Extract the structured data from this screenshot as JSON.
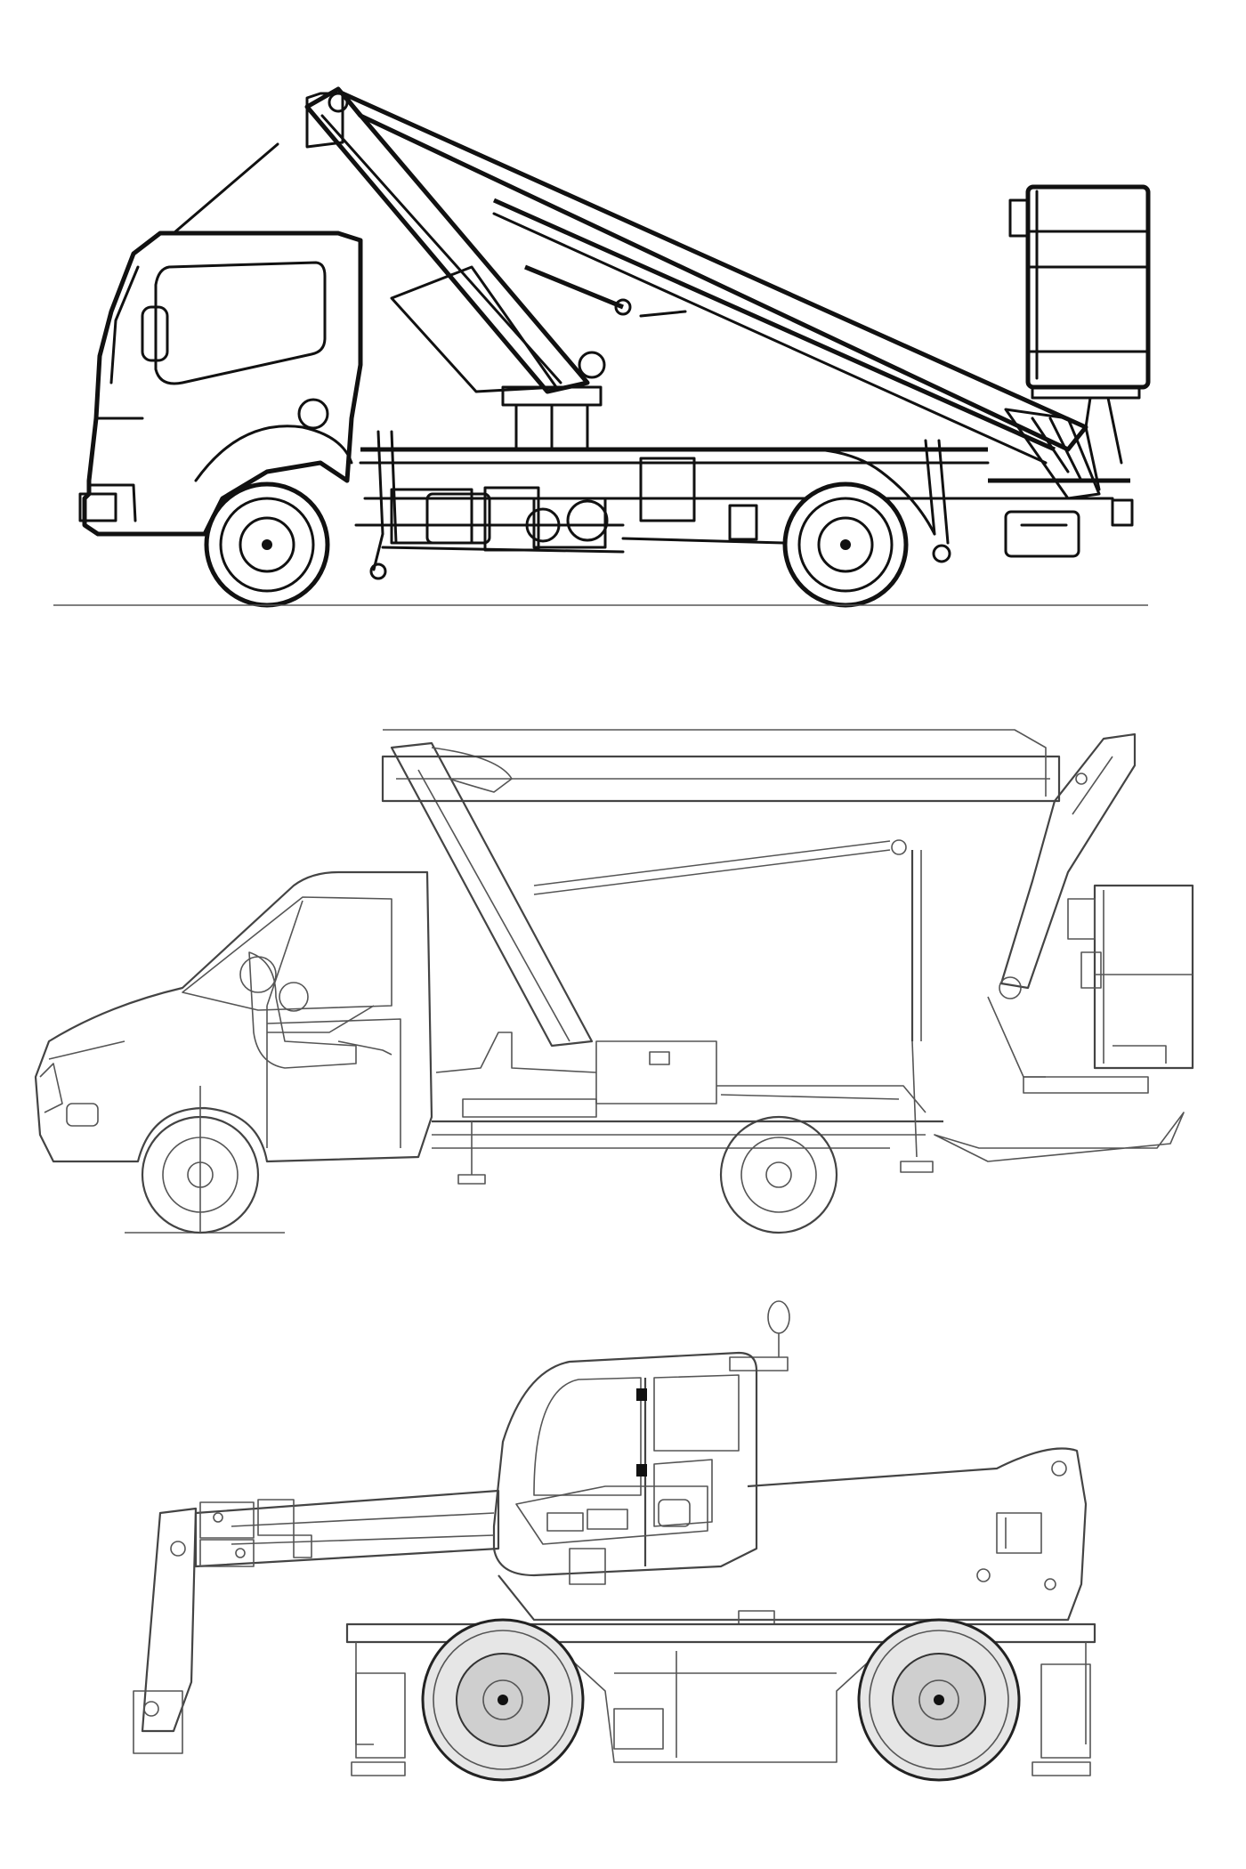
{
  "figure": {
    "panels": [
      {
        "id": "truck-mounted-platform-cabover",
        "icon": "truck-boom-platform-icon"
      },
      {
        "id": "van-mounted-articulated-platform",
        "icon": "van-boom-platform-icon"
      },
      {
        "id": "rotating-telehandler",
        "icon": "telehandler-icon"
      }
    ],
    "colors": {
      "line": "#111111",
      "secondary_line": "#555555",
      "hub_fill": "#cfcfcf",
      "background": "#ffffff"
    }
  }
}
